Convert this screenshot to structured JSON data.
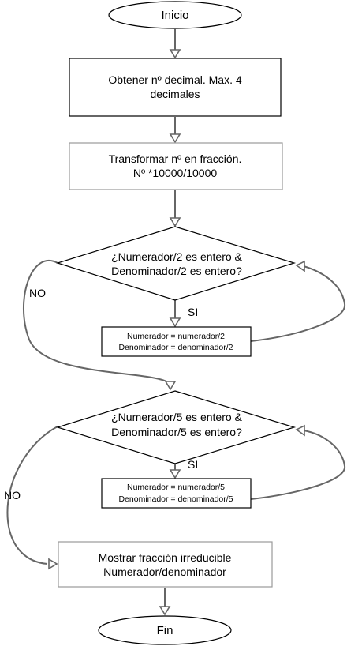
{
  "nodes": {
    "start": "Inicio",
    "obtain": {
      "line1": "Obtener nº decimal. Max. 4",
      "line2": "decimales"
    },
    "transform": {
      "line1": "Transformar nº en fracción.",
      "line2": "Nº *10000/10000"
    },
    "decision2": {
      "line1": "¿Numerador/2 es entero &",
      "line2": "Denominador/2 es entero?"
    },
    "divide2": {
      "line1": "Numerador = numerador/2",
      "line2": "Denominador = denominador/2"
    },
    "decision5": {
      "line1": "¿Numerador/5 es entero &",
      "line2": "Denominador/5 es entero?"
    },
    "divide5": {
      "line1": "Numerador = numerador/5",
      "line2": "Denominador = denominador/5"
    },
    "show": {
      "line1": "Mostrar fracción irreducible",
      "line2": "Numerador/denominador"
    },
    "end": "Fin"
  },
  "edge_labels": {
    "yes1": "SI",
    "no1": "NO",
    "yes2": "SI",
    "no2": "NO"
  },
  "colors": {
    "stroke": "#000000",
    "connector": "#666666",
    "box_light": "#9a9a9a"
  }
}
